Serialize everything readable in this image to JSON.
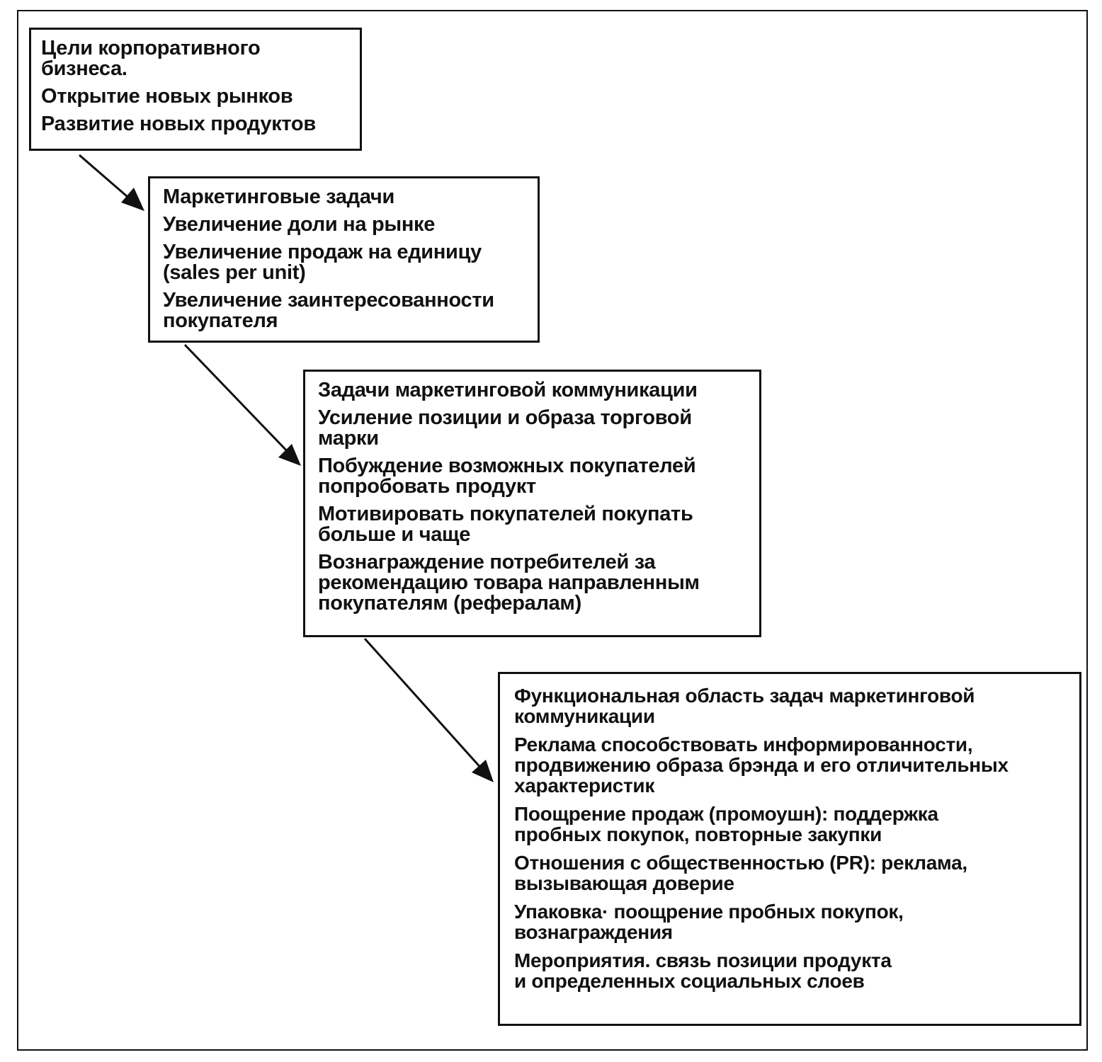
{
  "boxes": [
    {
      "items": [
        "Цели корпоративного\nбизнеса.",
        "Открытие новых рынков",
        "Развитие новых продуктов"
      ]
    },
    {
      "items": [
        "Маркетинговые задачи",
        "Увеличение доли на рынке",
        "Увеличение продаж на единицу\n(sales per unit)",
        "Увеличение заинтересованности\nпокупателя"
      ]
    },
    {
      "items": [
        "Задачи маркетинговой коммуникации",
        "Усиление позиции и образа торговой\nмарки",
        "Побуждение возможных покупателей\nпопробовать продукт",
        "Мотивировать покупателей покупать\nбольше и чаще",
        "Вознаграждение потребителей за\nрекомендацию товара направленным\nпокупателям (рефералам)"
      ]
    },
    {
      "items": [
        "Функциональная область задач маркетинговой\nкоммуникации",
        "Реклама  способствовать информированности,\nпродвижению образа брэнда и его отличительных\nхарактеристик",
        "Поощрение продаж (промоушн): поддержка\nпробных покупок, повторные закупки",
        "Отношения с общественностью (PR): реклама,\nвызывающая доверие",
        "Упаковка· поощрение пробных покупок,\nвознаграждения",
        "Мероприятия. связь позиции продукта\nи определенных социальных слоев"
      ]
    }
  ],
  "colors": {
    "ink": "#111111",
    "background": "#ffffff"
  }
}
